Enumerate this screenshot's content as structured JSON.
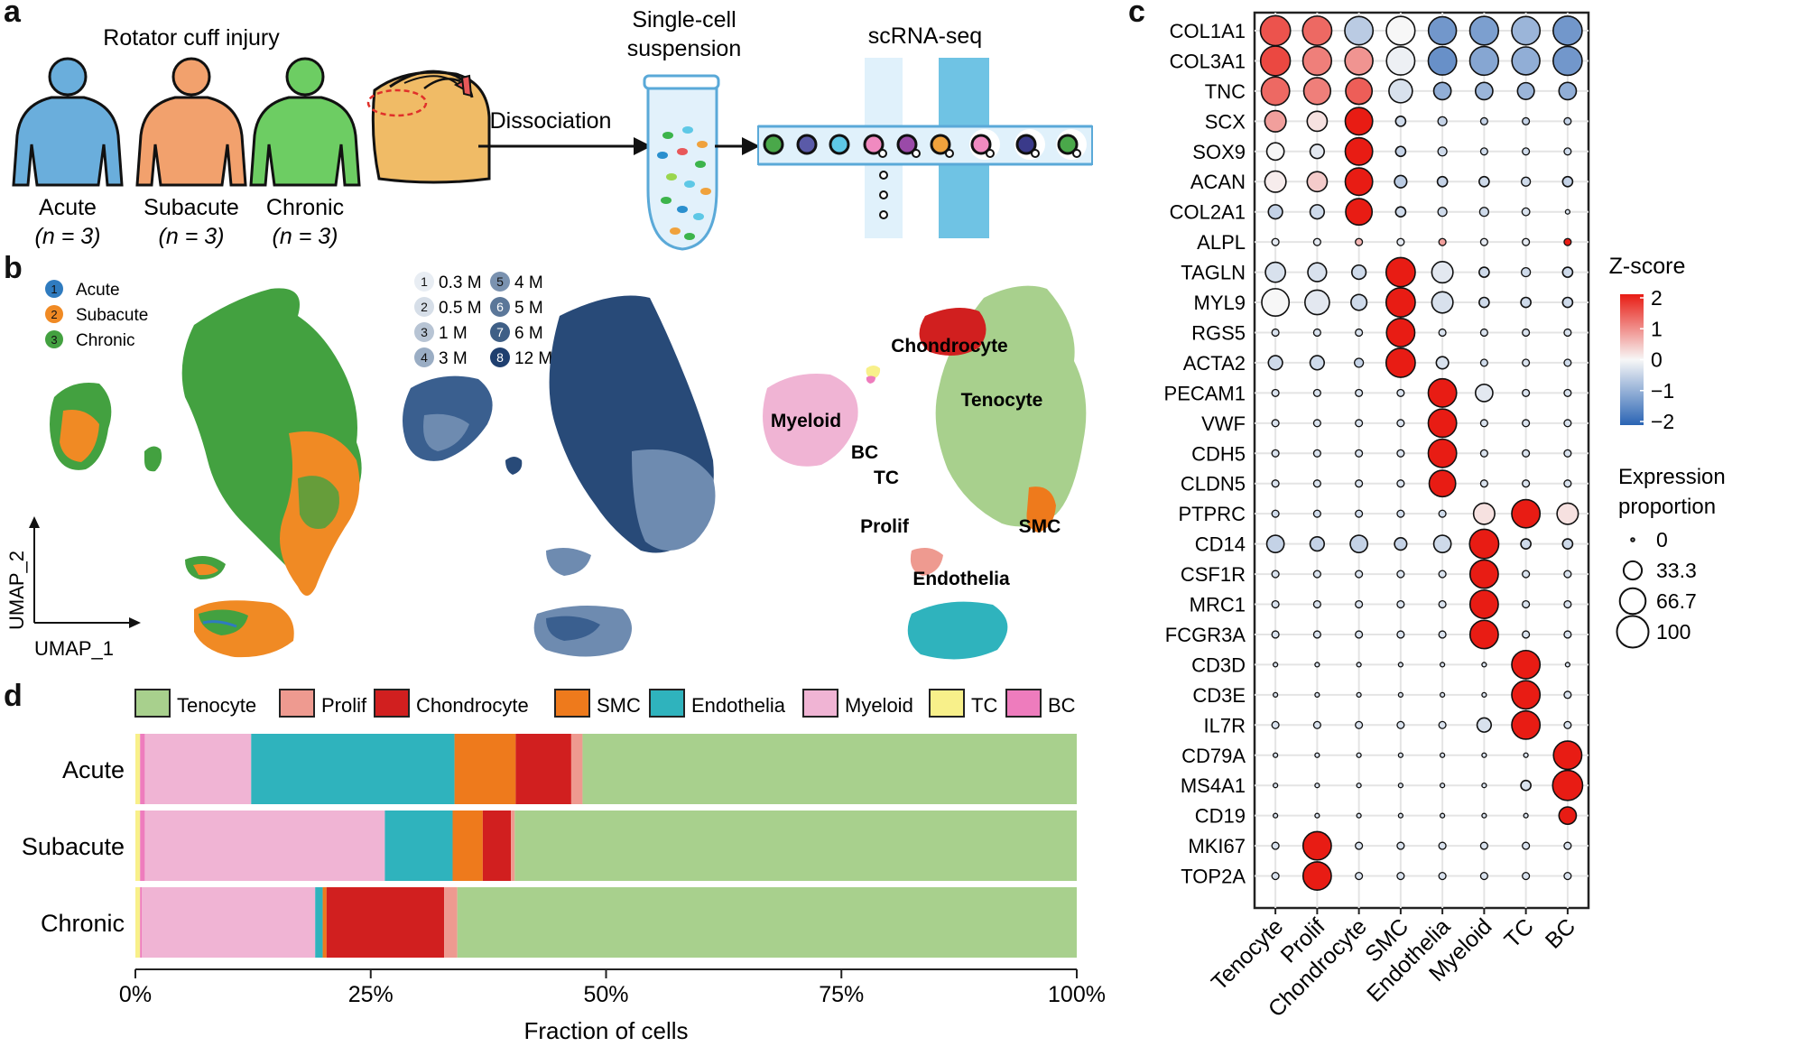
{
  "panels": {
    "a": "a",
    "b": "b",
    "c": "c",
    "d": "d"
  },
  "panel_a": {
    "title": "Rotator cuff injury",
    "groups": [
      {
        "name": "Acute",
        "n": "(n = 3)",
        "color": "#6aaedc"
      },
      {
        "name": "Subacute",
        "n": "(n = 3)",
        "color": "#f2a16d"
      },
      {
        "name": "Chronic",
        "n": "(n = 3)",
        "color": "#6dcd63"
      }
    ],
    "dissociation": "Dissociation",
    "suspension_line1": "Single-cell",
    "suspension_line2": "suspension",
    "scrna": "scRNA-seq"
  },
  "panel_b": {
    "legend_groups": [
      {
        "num": "1",
        "label": "Acute",
        "color": "#2f7bbf"
      },
      {
        "num": "2",
        "label": "Subacute",
        "color": "#f08a24"
      },
      {
        "num": "3",
        "label": "Chronic",
        "color": "#43a140"
      }
    ],
    "legend_time": [
      {
        "num": "1",
        "label": "0.3 M",
        "color": "#e8edf3"
      },
      {
        "num": "2",
        "label": "0.5 M",
        "color": "#d6dee8"
      },
      {
        "num": "3",
        "label": "1 M",
        "color": "#b7c4d4"
      },
      {
        "num": "4",
        "label": "3 M",
        "color": "#9aadc4"
      },
      {
        "num": "5",
        "label": "4 M",
        "color": "#7a92b0"
      },
      {
        "num": "6",
        "label": "5 M",
        "color": "#5b7799"
      },
      {
        "num": "7",
        "label": "6 M",
        "color": "#3f5f86"
      },
      {
        "num": "8",
        "label": "12 M",
        "color": "#1f3f6f"
      }
    ],
    "axis_x": "UMAP_1",
    "axis_y": "UMAP_2",
    "clusters": [
      {
        "label": "Chondrocyte",
        "color": "#d11f1f"
      },
      {
        "label": "Tenocyte",
        "color": "#a8d08d"
      },
      {
        "label": "Myeloid",
        "color": "#f0b4d4"
      },
      {
        "label": "BC",
        "color": "#ee7cbd"
      },
      {
        "label": "TC",
        "color": "#f8f08a"
      },
      {
        "label": "Prolif",
        "color": "#ee9a90"
      },
      {
        "label": "SMC",
        "color": "#ee7a1c"
      },
      {
        "label": "Endothelia",
        "color": "#2fb3bd"
      }
    ]
  },
  "panel_c": {
    "legend_zscore_title": "Z-score",
    "legend_zscore_ticks": [
      "2",
      "1",
      "0",
      "−1",
      "−2"
    ],
    "legend_prop_title1": "Expression",
    "legend_prop_title2": "proportion",
    "legend_prop_ticks": [
      "0",
      "33.3",
      "66.7",
      "100"
    ]
  },
  "chart_data": [
    {
      "type": "dotplot",
      "genes": [
        "COL1A1",
        "COL3A1",
        "TNC",
        "SCX",
        "SOX9",
        "ACAN",
        "COL2A1",
        "ALPL",
        "TAGLN",
        "MYL9",
        "RGS5",
        "ACTA2",
        "PECAM1",
        "VWF",
        "CDH5",
        "CLDN5",
        "PTPRC",
        "CD14",
        "CSF1R",
        "MRC1",
        "FCGR3A",
        "CD3D",
        "CD3E",
        "IL7R",
        "CD79A",
        "MS4A1",
        "CD19",
        "MKI67",
        "TOP2A"
      ],
      "cell_types": [
        "Tenocyte",
        "Prolif",
        "Chondrocyte",
        "SMC",
        "Endothelia",
        "Myeloid",
        "TC",
        "BC"
      ],
      "zscore_range": [
        -2,
        2
      ],
      "zscore": [
        [
          1.5,
          1.3,
          -0.6,
          0.0,
          -1.3,
          -1.2,
          -0.9,
          -1.3
        ],
        [
          1.6,
          1.1,
          0.9,
          -0.1,
          -1.4,
          -1.1,
          -1.0,
          -1.3
        ],
        [
          1.3,
          1.1,
          1.4,
          -0.3,
          -1.0,
          -0.9,
          -0.9,
          -1.0
        ],
        [
          0.8,
          0.2,
          2.0,
          -0.4,
          -0.5,
          -0.5,
          -0.5,
          -0.5
        ],
        [
          0.0,
          -0.2,
          2.0,
          -0.5,
          -0.4,
          -0.4,
          -0.4,
          -0.4
        ],
        [
          0.1,
          0.4,
          2.0,
          -0.6,
          -0.5,
          -0.4,
          -0.4,
          -0.5
        ],
        [
          -0.5,
          -0.4,
          2.0,
          -0.4,
          -0.4,
          -0.4,
          -0.3,
          -0.3
        ],
        [
          -0.2,
          -0.2,
          0.6,
          -0.2,
          0.8,
          -0.2,
          -0.2,
          2.0
        ],
        [
          -0.3,
          -0.3,
          -0.4,
          2.0,
          -0.2,
          -0.4,
          -0.4,
          -0.4
        ],
        [
          0.0,
          -0.2,
          -0.4,
          2.0,
          -0.3,
          -0.4,
          -0.4,
          -0.4
        ],
        [
          -0.3,
          -0.3,
          -0.3,
          2.0,
          -0.3,
          -0.3,
          -0.3,
          -0.3
        ],
        [
          -0.4,
          -0.4,
          -0.5,
          2.0,
          -0.3,
          -0.4,
          -0.3,
          -0.4
        ],
        [
          -0.3,
          -0.3,
          -0.3,
          -0.3,
          2.0,
          -0.2,
          -0.3,
          -0.3
        ],
        [
          -0.3,
          -0.3,
          -0.3,
          -0.3,
          2.0,
          -0.3,
          -0.3,
          -0.3
        ],
        [
          -0.3,
          -0.3,
          -0.3,
          -0.3,
          2.0,
          -0.3,
          -0.3,
          -0.3
        ],
        [
          -0.3,
          -0.3,
          -0.3,
          -0.3,
          2.0,
          -0.3,
          -0.3,
          -0.3
        ],
        [
          -0.4,
          -0.4,
          -0.4,
          -0.4,
          -0.4,
          0.2,
          2.0,
          0.2
        ],
        [
          -0.5,
          -0.5,
          -0.5,
          -0.5,
          -0.4,
          2.0,
          -0.4,
          -0.4
        ],
        [
          -0.3,
          -0.3,
          -0.3,
          -0.3,
          -0.3,
          2.0,
          -0.3,
          -0.3
        ],
        [
          -0.3,
          -0.3,
          -0.3,
          -0.3,
          -0.3,
          2.0,
          -0.3,
          -0.3
        ],
        [
          -0.3,
          -0.3,
          -0.3,
          -0.3,
          -0.3,
          2.0,
          -0.3,
          -0.3
        ],
        [
          -0.3,
          -0.3,
          -0.3,
          -0.3,
          -0.3,
          -0.3,
          2.0,
          -0.3
        ],
        [
          -0.3,
          -0.3,
          -0.3,
          -0.3,
          -0.3,
          -0.3,
          2.0,
          -0.3
        ],
        [
          -0.3,
          -0.3,
          -0.3,
          -0.3,
          -0.3,
          -0.3,
          2.0,
          -0.3
        ],
        [
          -0.3,
          -0.3,
          -0.3,
          -0.3,
          -0.3,
          -0.3,
          -0.3,
          2.0
        ],
        [
          -0.3,
          -0.3,
          -0.3,
          -0.3,
          -0.3,
          -0.3,
          -0.3,
          2.0
        ],
        [
          -0.3,
          -0.3,
          -0.3,
          -0.3,
          -0.3,
          -0.3,
          -0.3,
          2.0
        ],
        [
          -0.3,
          2.0,
          -0.3,
          -0.3,
          -0.3,
          -0.3,
          -0.3,
          -0.3
        ],
        [
          -0.3,
          2.0,
          -0.3,
          -0.3,
          -0.3,
          -0.3,
          -0.3,
          -0.3
        ]
      ],
      "proportion": [
        [
          90,
          85,
          80,
          82,
          78,
          82,
          80,
          84
        ],
        [
          88,
          82,
          78,
          80,
          80,
          82,
          78,
          84
        ],
        [
          80,
          72,
          70,
          55,
          30,
          30,
          28,
          30
        ],
        [
          45,
          40,
          75,
          10,
          8,
          5,
          5,
          5
        ],
        [
          30,
          20,
          75,
          10,
          8,
          5,
          5,
          5
        ],
        [
          45,
          40,
          75,
          15,
          10,
          10,
          8,
          10
        ],
        [
          20,
          20,
          70,
          10,
          8,
          8,
          6,
          2
        ],
        [
          5,
          5,
          5,
          5,
          5,
          5,
          5,
          5
        ],
        [
          40,
          35,
          20,
          85,
          45,
          10,
          8,
          10
        ],
        [
          75,
          60,
          25,
          85,
          45,
          10,
          10,
          10
        ],
        [
          5,
          5,
          5,
          80,
          5,
          5,
          5,
          5
        ],
        [
          20,
          20,
          8,
          85,
          15,
          5,
          5,
          5
        ],
        [
          5,
          5,
          5,
          5,
          80,
          30,
          5,
          5
        ],
        [
          5,
          5,
          5,
          5,
          80,
          5,
          5,
          5
        ],
        [
          5,
          5,
          5,
          5,
          80,
          5,
          5,
          5
        ],
        [
          5,
          5,
          5,
          5,
          70,
          5,
          5,
          5
        ],
        [
          5,
          5,
          5,
          5,
          5,
          45,
          80,
          45
        ],
        [
          30,
          20,
          30,
          15,
          30,
          85,
          10,
          10
        ],
        [
          5,
          5,
          5,
          5,
          5,
          80,
          5,
          5
        ],
        [
          5,
          5,
          5,
          5,
          5,
          80,
          5,
          5
        ],
        [
          5,
          5,
          5,
          5,
          5,
          80,
          5,
          5
        ],
        [
          2,
          2,
          2,
          2,
          2,
          2,
          80,
          2
        ],
        [
          2,
          2,
          2,
          2,
          2,
          2,
          80,
          5
        ],
        [
          5,
          5,
          5,
          5,
          5,
          20,
          80,
          5
        ],
        [
          2,
          2,
          2,
          2,
          2,
          2,
          2,
          80
        ],
        [
          2,
          2,
          2,
          2,
          2,
          2,
          10,
          90
        ],
        [
          2,
          2,
          2,
          2,
          2,
          2,
          2,
          30
        ],
        [
          5,
          80,
          5,
          5,
          5,
          5,
          5,
          5
        ],
        [
          5,
          80,
          5,
          5,
          5,
          5,
          5,
          5
        ]
      ]
    },
    {
      "type": "bar",
      "stacked": true,
      "orientation": "horizontal",
      "categories": [
        "Acute",
        "Subacute",
        "Chronic"
      ],
      "xlabel": "Fraction of cells",
      "xlim": [
        0,
        100
      ],
      "xticks": [
        "0%",
        "25%",
        "50%",
        "75%",
        "100%"
      ],
      "series": [
        {
          "name": "TC",
          "color": "#f8f08a",
          "values": [
            0.5,
            0.5,
            0.5
          ]
        },
        {
          "name": "BC",
          "color": "#ee7cbd",
          "values": [
            0.5,
            0.5,
            0.2
          ]
        },
        {
          "name": "Myeloid",
          "color": "#f0b4d4",
          "values": [
            11.3,
            25.5,
            18.4
          ]
        },
        {
          "name": "Endothelia",
          "color": "#2fb3bd",
          "values": [
            21.6,
            7.2,
            0.8
          ]
        },
        {
          "name": "SMC",
          "color": "#ee7a1c",
          "values": [
            6.5,
            3.2,
            0.4
          ]
        },
        {
          "name": "Chondrocyte",
          "color": "#d11f1f",
          "values": [
            5.9,
            3.0,
            12.5
          ]
        },
        {
          "name": "Prolif",
          "color": "#ee9a90",
          "values": [
            1.2,
            0.4,
            1.4
          ]
        },
        {
          "name": "Tenocyte",
          "color": "#a8d08d",
          "values": [
            52.5,
            59.7,
            65.8
          ]
        }
      ],
      "legend_order": [
        "Tenocyte",
        "Prolif",
        "Chondrocyte",
        "SMC",
        "Endothelia",
        "Myeloid",
        "TC",
        "BC"
      ]
    }
  ]
}
